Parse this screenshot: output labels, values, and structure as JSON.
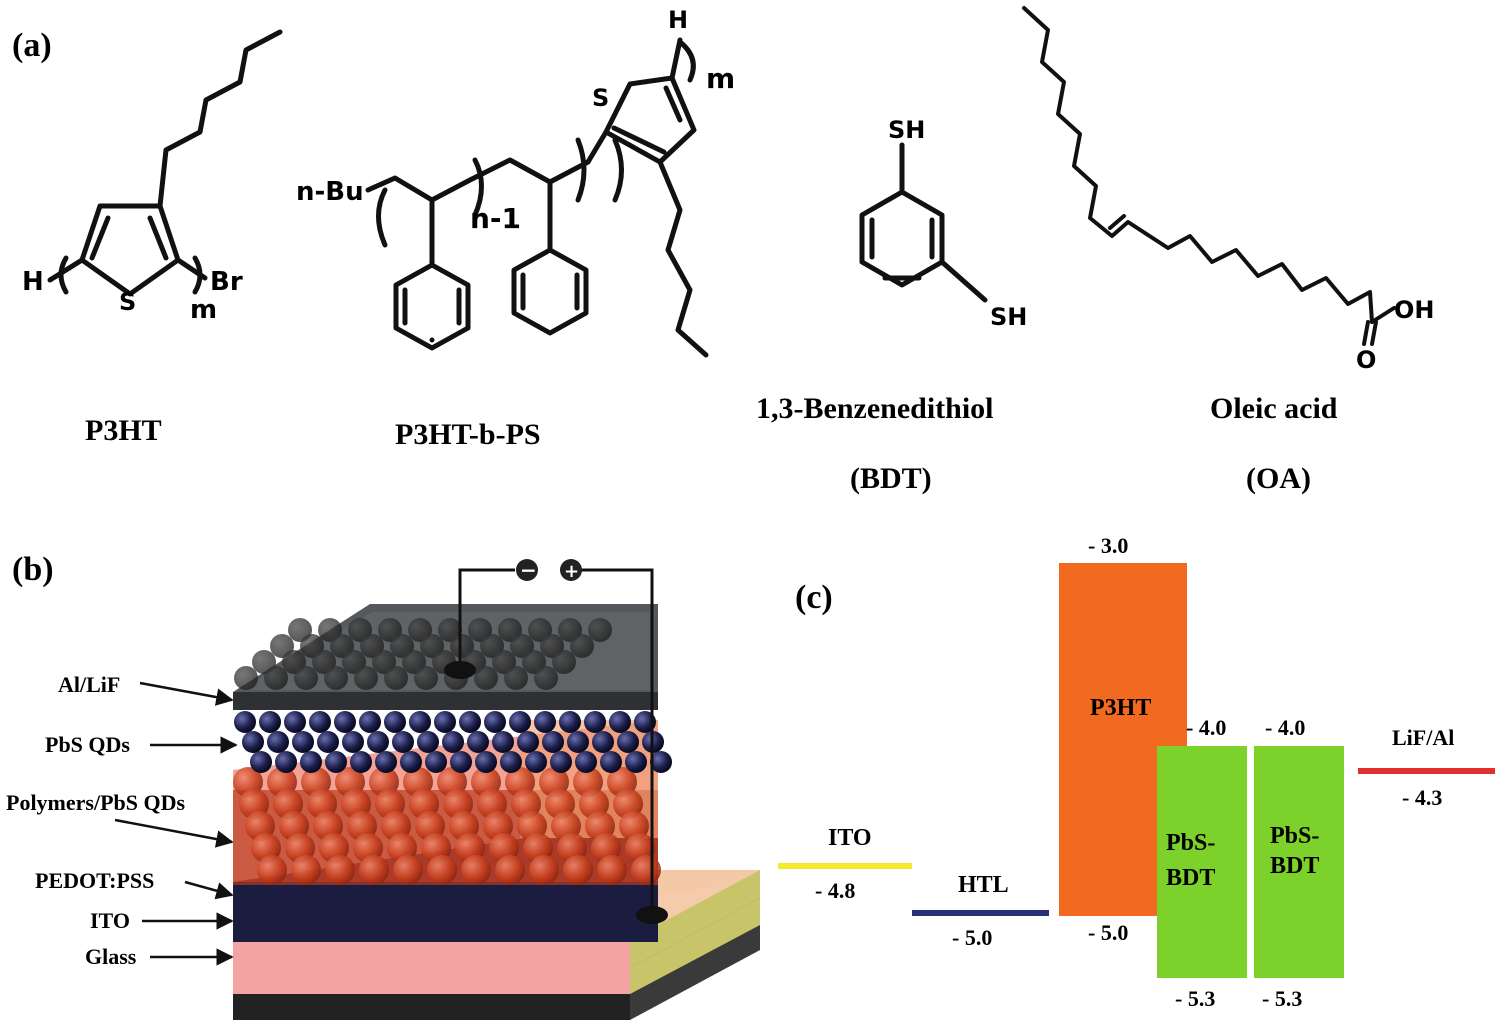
{
  "panel_labels": {
    "a": "(a)",
    "b": "(b)",
    "c": "(c)"
  },
  "structures": {
    "p3ht": {
      "name": "P3HT",
      "h": "H",
      "br": "Br",
      "s": "S",
      "m": "m"
    },
    "p3ht_b_ps": {
      "name": "P3HT-b-PS",
      "nbu": "n-Bu",
      "n1": "n-1",
      "s": "S",
      "h": "H",
      "m": "m"
    },
    "bdt": {
      "name": "1,3-Benzenedithiol",
      "abbr": "(BDT)",
      "sh_top": "SH",
      "sh_bottom": "SH"
    },
    "oa": {
      "name": "Oleic acid",
      "abbr": "(OA)",
      "oh": "OH",
      "o": "O"
    }
  },
  "device": {
    "layers": [
      "Al/LiF",
      "PbS QDs",
      "Polymers/PbS QDs",
      "PEDOT:PSS",
      "ITO",
      "Glass"
    ],
    "electrode_minus": "−",
    "electrode_plus": "+",
    "colors": {
      "alLiF": "#4a4d50",
      "qd": "#1a1a3a",
      "polymer": "#e9573f",
      "pedot": "#1a1c40",
      "ito": "#f4a3a3",
      "glass": "#222222",
      "substrate_top": "#f3c9a6"
    }
  },
  "energy": {
    "levels": [
      {
        "name": "ITO",
        "value": "- 4.8",
        "color": "#f2ea2a"
      },
      {
        "name": "HTL",
        "value": "- 5.0",
        "color": "#2a2f7a"
      },
      {
        "name": "LiF/Al",
        "value": "- 4.3",
        "color": "#e03030"
      }
    ],
    "bands": [
      {
        "name": "P3HT",
        "top": "- 3.0",
        "bottom": "- 5.0",
        "color": "#f26a1f"
      },
      {
        "name": "PbS-BDT",
        "line1": "PbS-",
        "line2": "BDT",
        "top": "- 4.0",
        "bottom": "- 5.3",
        "color": "#7cd12a"
      },
      {
        "name": "PbS-BDT",
        "line1": "PbS-",
        "line2": "BDT",
        "top": "- 4.0",
        "bottom": "- 5.3",
        "color": "#7cd12a"
      }
    ]
  }
}
